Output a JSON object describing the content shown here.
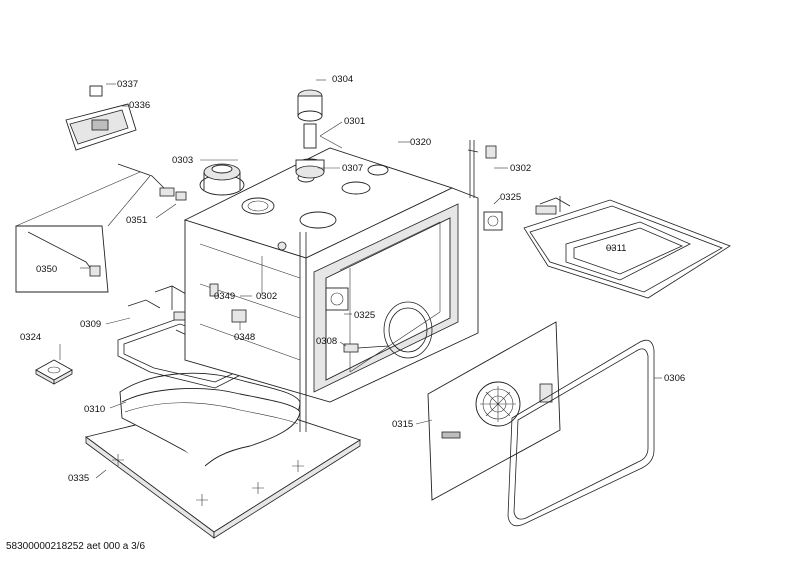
{
  "labels": {
    "p0337": "0337",
    "p0336": "0336",
    "p0304": "0304",
    "p0301": "0301",
    "p0320": "0320",
    "p0303": "0303",
    "p0307": "0307",
    "p0302a": "0302",
    "p0325a": "0325",
    "p0351": "0351",
    "p0311": "0311",
    "p0350": "0350",
    "p0349": "0349",
    "p0302b": "0302",
    "p0325b": "0325",
    "p0348": "0348",
    "p0309": "0309",
    "p0324": "0324",
    "p0308": "0308",
    "p0306": "0306",
    "p0310": "0310",
    "p0315": "0315",
    "p0335": "0335"
  },
  "footer": "58300000218252 aet 000 a 3/6"
}
